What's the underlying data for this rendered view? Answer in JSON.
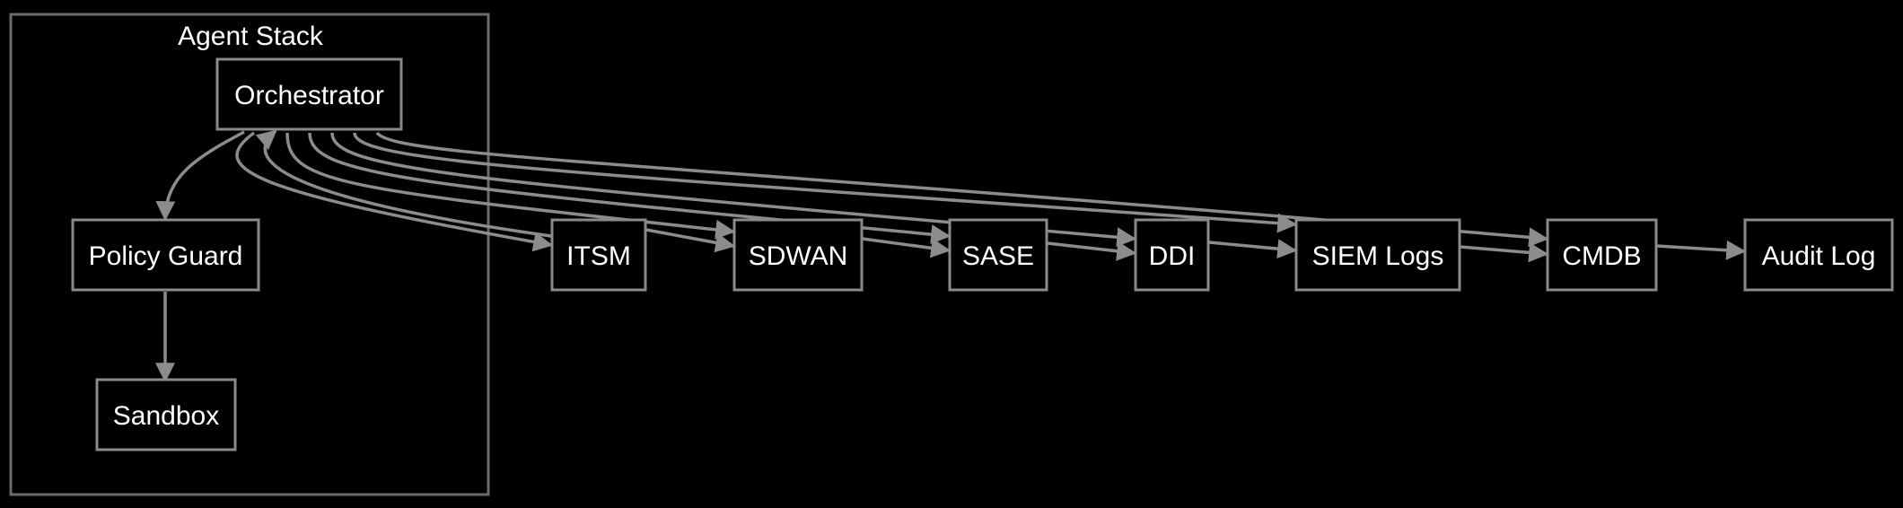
{
  "colors": {
    "background": "#000000",
    "node_border": "#8a8a8a",
    "cluster_border": "#6a6a6a",
    "edge": "#8c8c8c",
    "text": "#ffffff"
  },
  "cluster": {
    "label": "Agent Stack"
  },
  "nodes": {
    "orchestrator": "Orchestrator",
    "policy_guard": "Policy Guard",
    "sandbox": "Sandbox",
    "itsm": "ITSM",
    "sdwan": "SDWAN",
    "sase": "SASE",
    "ddi": "DDI",
    "siem_logs": "SIEM Logs",
    "cmdb": "CMDB",
    "audit_log": "Audit Log"
  },
  "edges": [
    {
      "from": "Orchestrator",
      "to": "Policy Guard"
    },
    {
      "from": "Policy Guard",
      "to": "Sandbox"
    },
    {
      "from": "Orchestrator",
      "to": "ITSM"
    },
    {
      "from": "ITSM",
      "to": "Orchestrator"
    },
    {
      "from": "ITSM",
      "to": "SDWAN"
    },
    {
      "from": "SDWAN",
      "to": "SASE"
    },
    {
      "from": "SASE",
      "to": "DDI"
    },
    {
      "from": "DDI",
      "to": "SIEM Logs"
    },
    {
      "from": "SIEM Logs",
      "to": "CMDB"
    },
    {
      "from": "CMDB",
      "to": "Audit Log"
    },
    {
      "from": "Orchestrator",
      "to": "SDWAN"
    },
    {
      "from": "Orchestrator",
      "to": "SASE"
    },
    {
      "from": "Orchestrator",
      "to": "DDI"
    },
    {
      "from": "Orchestrator",
      "to": "SIEM Logs"
    },
    {
      "from": "Orchestrator",
      "to": "CMDB"
    }
  ]
}
